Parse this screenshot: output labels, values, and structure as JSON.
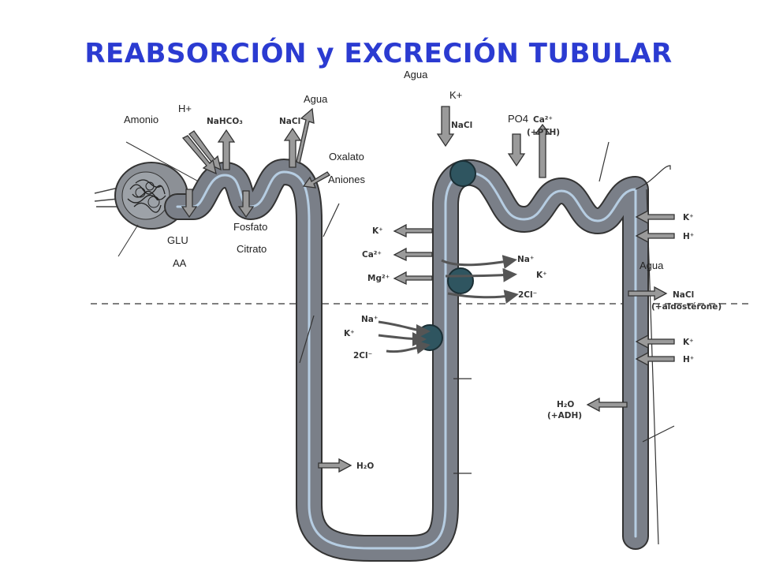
{
  "title": "REABSORCIÓN y EXCRECIÓN TUBULAR",
  "overlay_labels": {
    "amonio": "Amonio",
    "h_plus": "H+",
    "agua_proximal": "Agua",
    "agua_top": "Agua",
    "k_plus": "K+",
    "po4": "PO4",
    "oxalato": "Oxalato",
    "aniones": "Aniones",
    "fosfato": "Fosfato",
    "citrato": "Citrato",
    "glu": "GLU",
    "aa": "AA",
    "agua_collecting": "Agua"
  },
  "diagram_labels": {
    "nahco3": "NaHCO₃",
    "nacl_proximal": "NaCl",
    "nacl_distal": "NaCl",
    "ca_pth": "Ca²⁺",
    "pth": "(+PTH)",
    "loop_k": "K⁺",
    "loop_ca": "Ca²⁺",
    "loop_mg": "Mg²⁺",
    "loop_na_1": "Na⁺",
    "loop_k_1": "K⁺",
    "loop_2cl_1": "2Cl⁻",
    "loop_na_2": "Na⁺",
    "loop_k_2": "K⁺",
    "loop_2cl_2": "2Cl⁻",
    "h2o_loop": "H₂O",
    "cd_k_1": "K⁺",
    "cd_h_1": "H⁺",
    "cd_nacl": "NaCl",
    "cd_aldosterone": "(+aldostérone)",
    "cd_k_2": "K⁺",
    "cd_h_2": "H⁺",
    "cd_h2o": "H₂O",
    "cd_adh": "(+ADH)"
  },
  "colors": {
    "title": "#2b3bd1",
    "tubule_outline": "#333333",
    "tubule_fill": "#7a7f88",
    "lumen": "#b6cde2",
    "pump": "#2f5560",
    "arrow_fill": "#9a9a9a",
    "dashed_line": "#555555"
  }
}
